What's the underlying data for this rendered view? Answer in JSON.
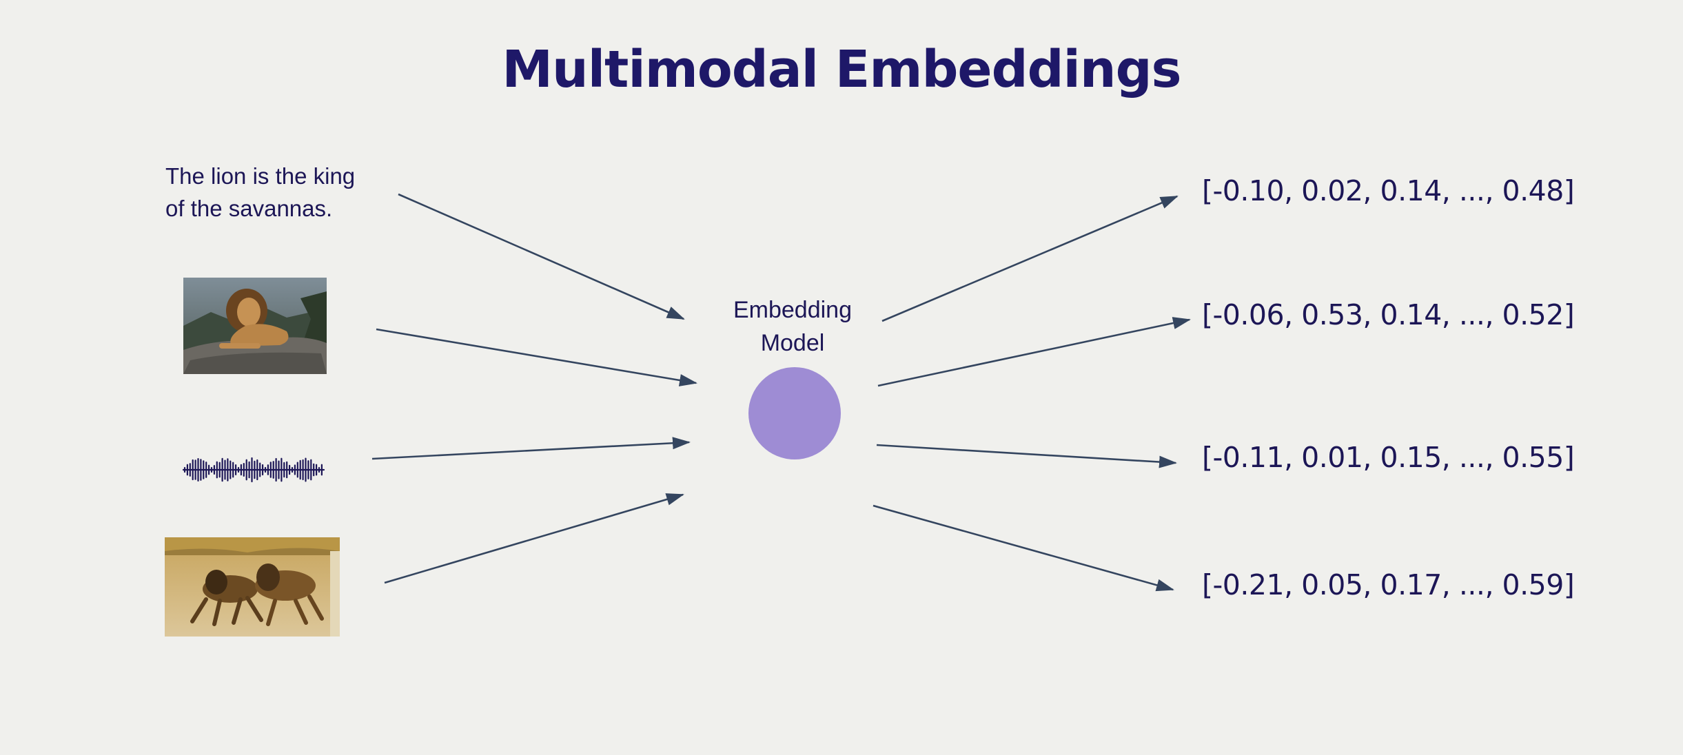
{
  "title": "Multimodal Embeddings",
  "inputs": {
    "text_line1": "The lion is the king",
    "text_line2": "of the savannas.",
    "image1": "lion-on-rock-photo",
    "audio": "audio-waveform-icon",
    "video": "running-lions-video-frame"
  },
  "model": {
    "line1": "Embedding",
    "line2": "Model",
    "color": "#9e8cd4"
  },
  "outputs": [
    "[-0.10, 0.02, 0.14, ..., 0.48]",
    "[-0.06, 0.53, 0.14, ..., 0.52]",
    "[-0.11, 0.01, 0.15, ..., 0.55]",
    "[-0.21, 0.05, 0.17, ..., 0.59]"
  ],
  "colors": {
    "title": "#1e1868",
    "arrow": "#34455f",
    "background": "#f0f0ed"
  }
}
